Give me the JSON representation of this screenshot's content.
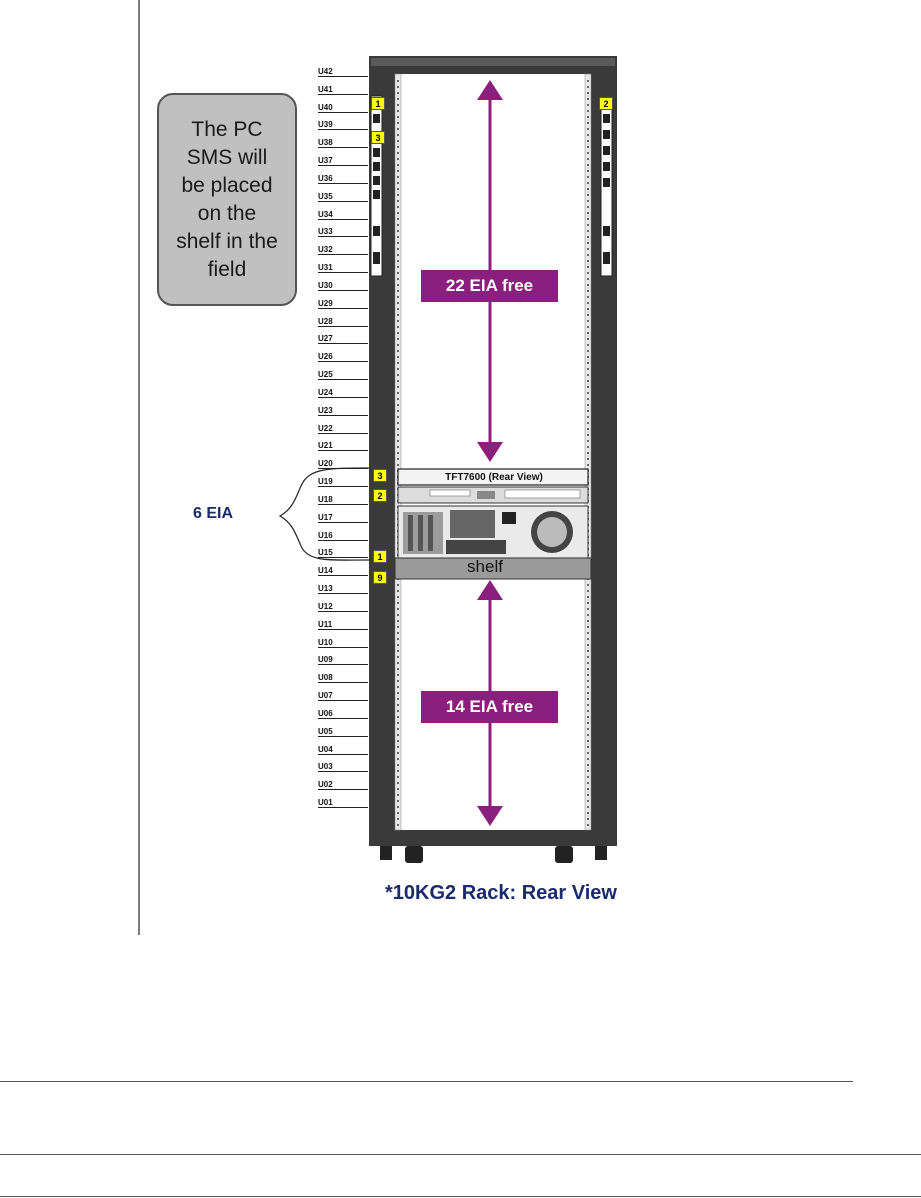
{
  "callout_text": "The PC\nSMS will\nbe placed\non the\nshelf in the\nfield",
  "eia_group_label": "6 EIA",
  "upper_free_label": "22 EIA free",
  "lower_free_label": "14 EIA free",
  "tft_label": "TFT7600 (Rear View)",
  "shelf_label": "shelf",
  "caption": "*10KG2 Rack: Rear View",
  "unit_labels": [
    "U42",
    "U41",
    "U40",
    "U39",
    "U38",
    "U37",
    "U36",
    "U35",
    "U34",
    "U33",
    "U32",
    "U31",
    "U30",
    "U29",
    "U28",
    "U27",
    "U26",
    "U25",
    "U24",
    "U23",
    "U22",
    "U21",
    "U20",
    "U19",
    "U18",
    "U17",
    "U16",
    "U15",
    "U14",
    "U13",
    "U12",
    "U11",
    "U10",
    "U09",
    "U08",
    "U07",
    "U06",
    "U05",
    "U04",
    "U03",
    "U02",
    "U01"
  ],
  "badges": {
    "u41": "1",
    "u39": "3",
    "right_top": "2",
    "u20": "3",
    "u19": "2",
    "u15": "1",
    "u14": "9"
  },
  "colors": {
    "arrow": "#8a1f7d",
    "badge": "#ffff00",
    "rack_frame": "#3a3a3a",
    "callout_fill": "#c0c0c0",
    "label_text": "#1a2a6a"
  }
}
